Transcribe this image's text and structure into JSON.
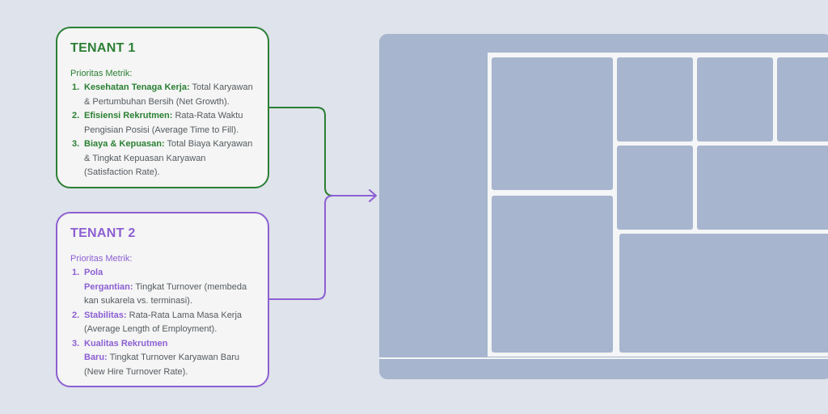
{
  "tenant1": {
    "title": "TENANT 1",
    "subtitle": "Prioritas Metrik:",
    "items": [
      {
        "num": "1.",
        "key": "Kesehatan Tenaga Kerja:",
        "text": " Total Karyawan & Pertumbuhan Bersih (Net Growth)."
      },
      {
        "num": "2.",
        "key": "Efisiensi Rekrutmen:",
        "text": " Rata-Rata Waktu Pengisian Posisi (Average Time to Fill)."
      },
      {
        "num": "3.",
        "key": "Biaya & Kepuasan:",
        "text": " Total Biaya Karyawan & Tingkat Kepuasan Karyawan (Satisfaction Rate)."
      }
    ]
  },
  "tenant2": {
    "title": "TENANT 2",
    "subtitle": "Prioritas Metrik:",
    "items": [
      {
        "num": "1.",
        "key_line1": "Pola",
        "key_line2": "Pergantian:",
        "text": " Tingkat Turnover (membeda kan sukarela vs. terminasi)."
      },
      {
        "num": "2.",
        "key": "Stabilitas:",
        "text": " Rata-Rata Lama Masa Kerja (Average Length of Employment)."
      },
      {
        "num": "3.",
        "key_line1": "Kualitas Rekrutmen",
        "key_line2": "Baru:",
        "text": " Tingkat Turnover Karyawan Baru (New Hire Turnover Rate)."
      }
    ]
  },
  "colors": {
    "tenant1": "#2b7f34",
    "tenant2": "#8d5fd3",
    "dashboard": "#a7b5ce",
    "background": "#dfe3eb"
  }
}
